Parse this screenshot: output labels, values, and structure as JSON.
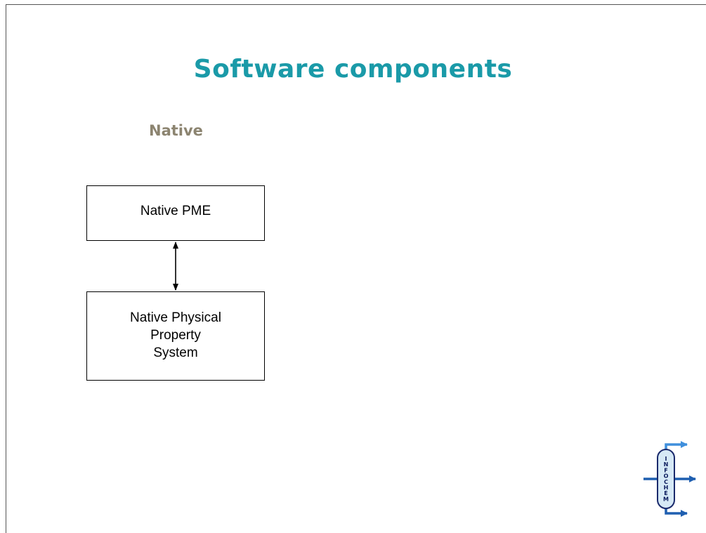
{
  "slide": {
    "title": "Software components",
    "subtitle": "Native"
  },
  "diagram": {
    "nodes": [
      {
        "id": "native-pme",
        "label": "Native PME"
      },
      {
        "id": "native-physical-property-system",
        "label": "Native Physical\nProperty\nSystem"
      }
    ],
    "edges": [
      {
        "from": "native-pme",
        "to": "native-physical-property-system",
        "direction": "both"
      }
    ]
  },
  "logo": {
    "text": "INFOCHEM",
    "colors": {
      "stream": "#1f5fb0",
      "stream_light": "#3f8fdc",
      "vessel_fill": "#d6e9f6",
      "outline": "#1a2a6c"
    }
  },
  "colors": {
    "title": "#1a9aa8",
    "subtitle": "#8c8470"
  }
}
